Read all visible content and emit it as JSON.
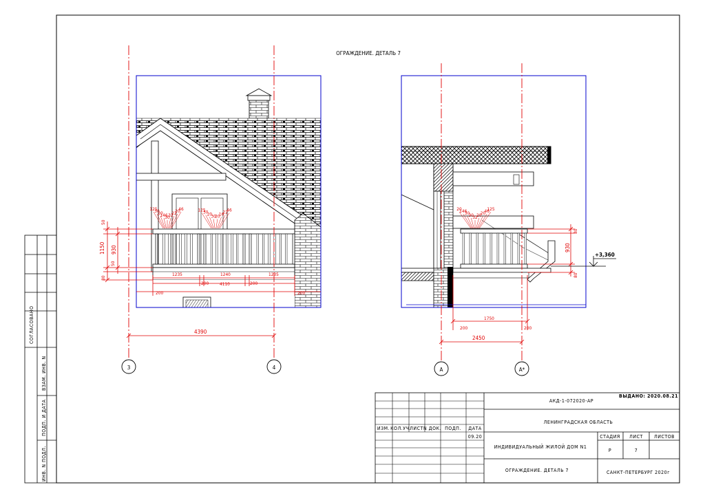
{
  "sheet_title": "ОГРАЖДЕНИЕ. ДЕТАЛЬ 7",
  "axes": {
    "ax3": "3",
    "ax4": "4",
    "axA": "А",
    "axA1": "А*"
  },
  "left_view": {
    "dims_horizontal": {
      "d1235a": "1235",
      "d200a": "200",
      "d1240": "1240",
      "d4110": "4110",
      "d200b": "200",
      "d1235b": "1235",
      "d200c": "200",
      "d200d": "200",
      "d4390": "4390"
    },
    "dims_vertical": {
      "v50a": "50",
      "v1150": "1150",
      "v930": "930",
      "v50b": "50",
      "v80": "80"
    },
    "spacing_labels_a": [
      "125",
      "30",
      "20",
      "146",
      "30",
      "32",
      "22",
      "20",
      "46"
    ],
    "spacing_labels_b": [
      "125",
      "30",
      "20",
      "30",
      "20",
      "16",
      "22",
      "46"
    ]
  },
  "right_view": {
    "dims_horizontal": {
      "d200a": "200",
      "d1750": "1750",
      "d200b": "200",
      "d2450": "2450"
    },
    "dims_vertical": {
      "v80": "80",
      "v930": "930",
      "v80b": "80"
    },
    "level_mark": "+3,360",
    "spacing_labels": [
      "20",
      "146",
      "30",
      "30",
      "32",
      "20",
      "20",
      "46",
      "125"
    ]
  },
  "side_stamp": {
    "c1": "СОГЛАСОВАНО",
    "c2": "ВЗАМ. ИНВ. N",
    "c3": "ПОДП. И ДАТА",
    "c4": "ИНВ. N ПОДЛ."
  },
  "title_block": {
    "code": "АКД-1-072020-АР",
    "date_label": "ВЫДАНО: 2020.08.21",
    "region": "ЛЕНИНГРАДСКАЯ ОБЛАСТЬ",
    "cols": {
      "izm": "ИЗМ.",
      "koluch": "КОЛ.УЧ.",
      "list": "ЛИСТ",
      "ndok": "N ДОК.",
      "podp": "ПОДП.",
      "data": "ДАТА"
    },
    "date_val": "09.20",
    "object": "ИНДИВИДУАЛЬНЫЙ ЖИЛОЙ ДОМ N1",
    "stage_h": "СТАДИЯ",
    "list_h": "ЛИСТ",
    "listov_h": "ЛИСТОВ",
    "stage_v": "Р",
    "list_v": "7",
    "drawing": "ОГРАЖДЕНИЕ. ДЕТАЛЬ 7",
    "city": "САНКТ-ПЕТЕРБУРГ 2020г"
  }
}
